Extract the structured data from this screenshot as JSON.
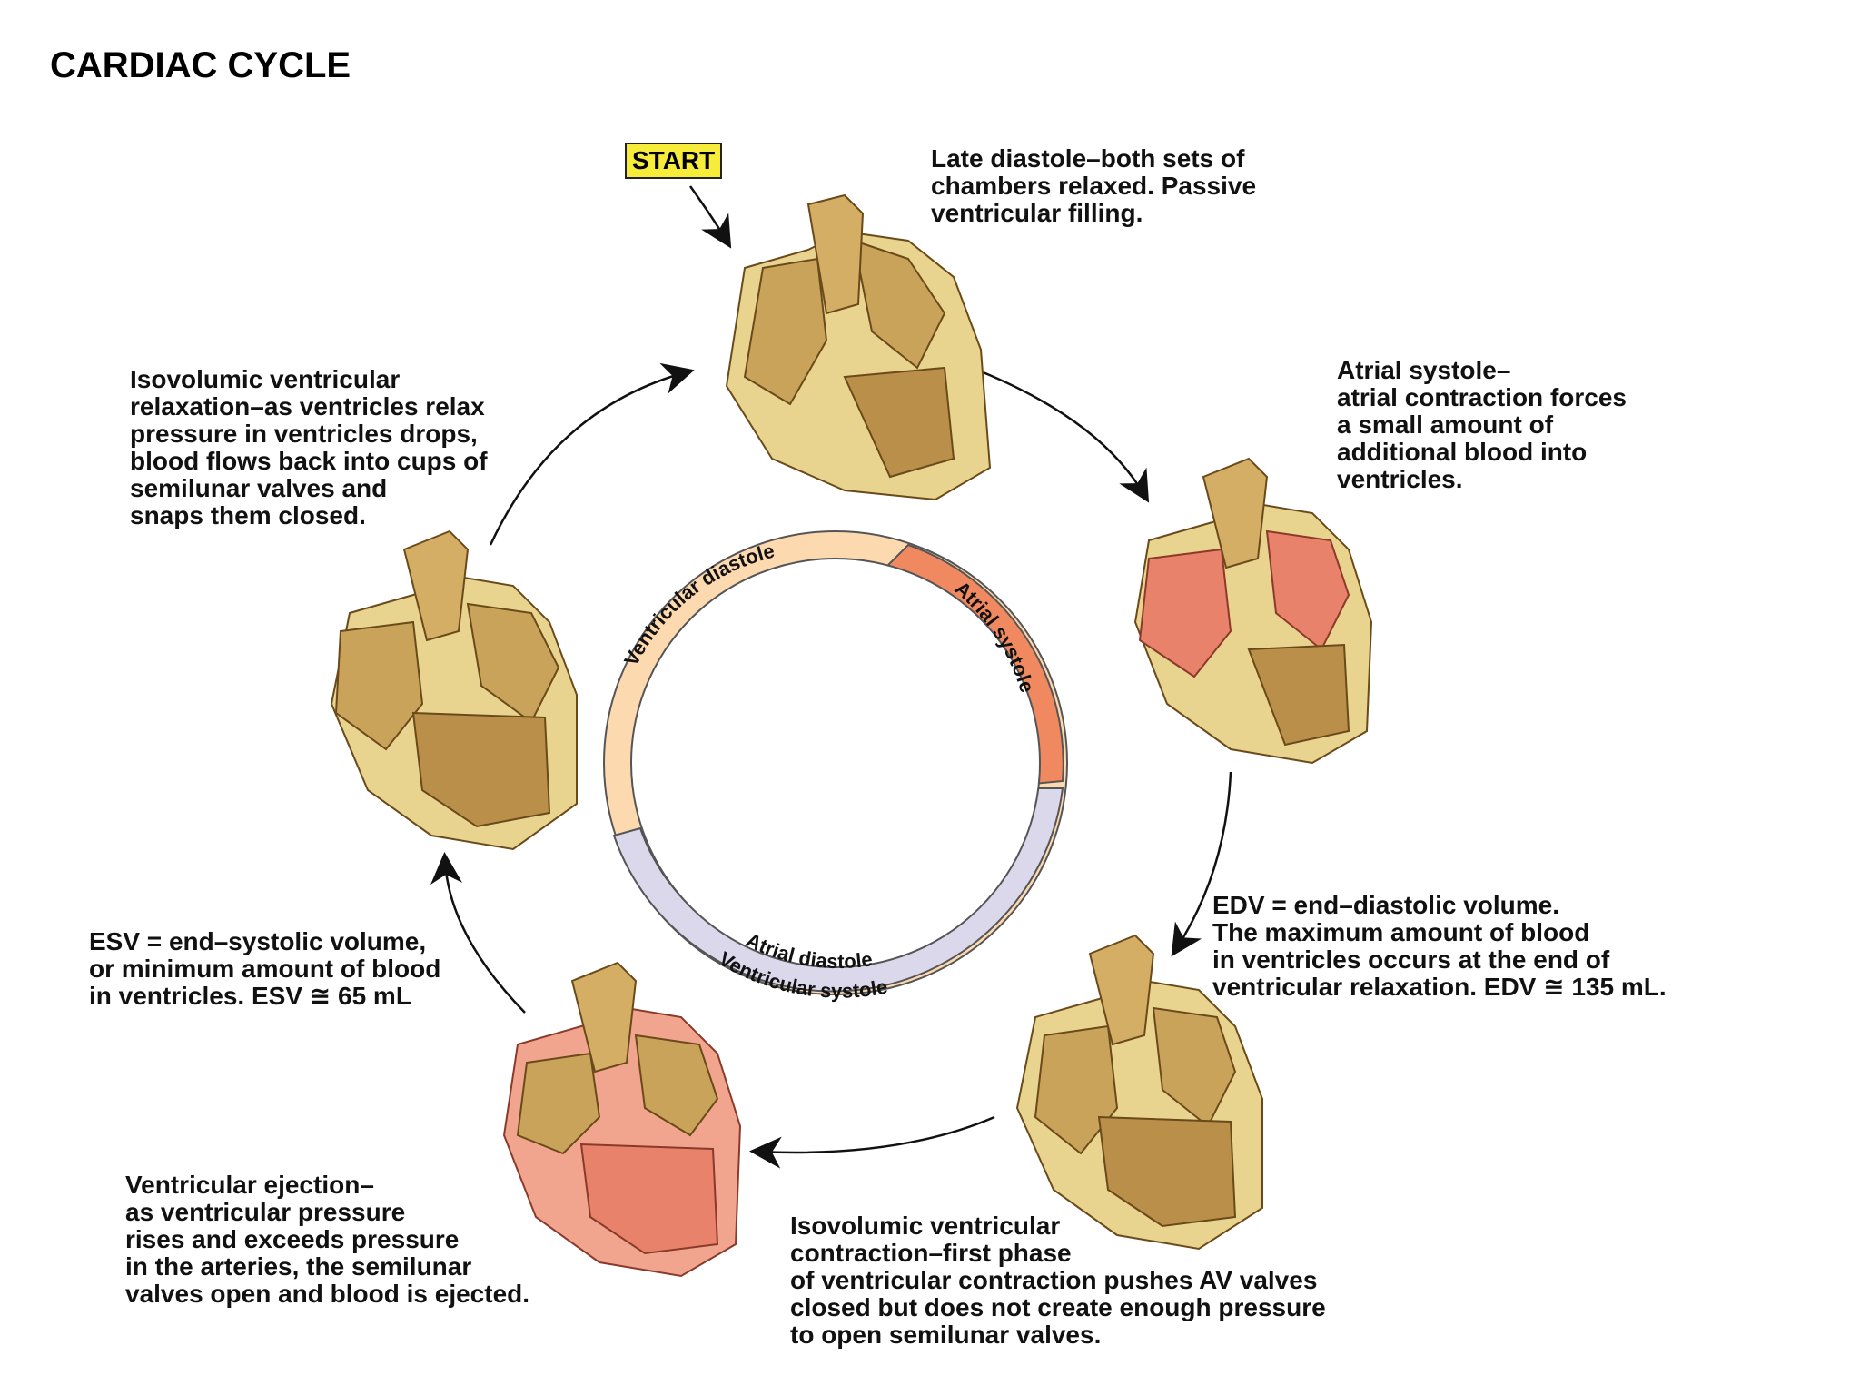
{
  "title": "CARDIAC CYCLE",
  "start_label": "START",
  "ring": {
    "ventricular_diastole": "Ventricular diastole",
    "atrial_systole": "Atrial systole",
    "atrial_diastole": "Atrial diastole",
    "ventricular_systole": "Ventricular systole"
  },
  "stages": {
    "late_diastole": "Late diastole–both sets of\nchambers relaxed.  Passive\nventricular filling.",
    "atrial_systole": "Atrial systole–\natrial contraction forces\na small amount of\nadditional blood into\nventricles.",
    "edv": "EDV = end–diastolic volume.\nThe maximum amount of blood\nin ventricles occurs at the end of\nventricular relaxation. EDV ≅ 135 mL.",
    "isovolumic_contraction": "Isovolumic ventricular\ncontraction–first phase\nof ventricular contraction pushes AV valves\nclosed but does not create enough pressure\nto open semilunar valves.",
    "ventricular_ejection": "Ventricular ejection–\nas ventricular pressure\nrises and exceeds pressure\nin the arteries, the semilunar\nvalves open and blood is ejected.",
    "esv": "ESV = end–systolic volume,\nor minimum amount of blood\nin ventricles. ESV ≅ 65 mL",
    "isovolumic_relaxation": "Isovolumic ventricular\nrelaxation–as ventricles relax\npressure in ventricles drops,\nblood flows back into cups of\nsemilunar valves and\nsnaps them closed."
  },
  "colors": {
    "ventricular_diastole": "#fdd9b0",
    "atrial_systole": "#f08860",
    "ventricular_systole": "#dcd8ec",
    "heart_tan": "#c9a35a",
    "heart_light": "#e8d38f",
    "contracting": "#e9826a"
  }
}
